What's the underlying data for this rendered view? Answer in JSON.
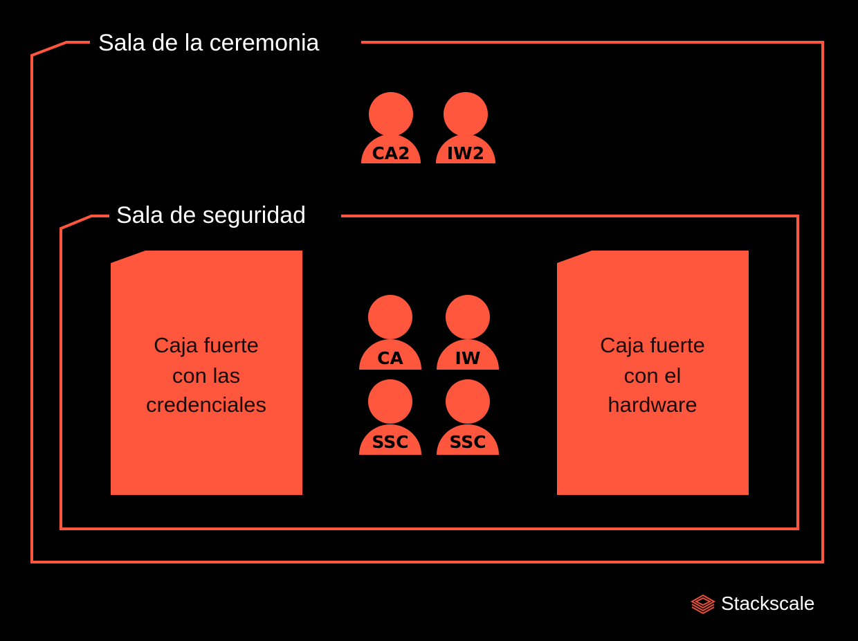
{
  "colors": {
    "accent": "#ff563e",
    "background": "#000000"
  },
  "rooms": {
    "ceremony": {
      "title": "Sala de la ceremonia"
    },
    "security": {
      "title": "Sala de seguridad"
    }
  },
  "ceremony_people": [
    {
      "label": "CA2"
    },
    {
      "label": "IW2"
    }
  ],
  "security_people": [
    {
      "label": "CA"
    },
    {
      "label": "IW"
    },
    {
      "label": "SSC"
    },
    {
      "label": "SSC"
    }
  ],
  "safes": {
    "credentials": {
      "lines": [
        "Caja fuerte",
        "con las",
        "credenciales"
      ]
    },
    "hardware": {
      "lines": [
        "Caja fuerte",
        "con el",
        "hardware"
      ]
    }
  },
  "logo": {
    "text": "Stackscale",
    "icon": "stacked-layers-icon"
  }
}
